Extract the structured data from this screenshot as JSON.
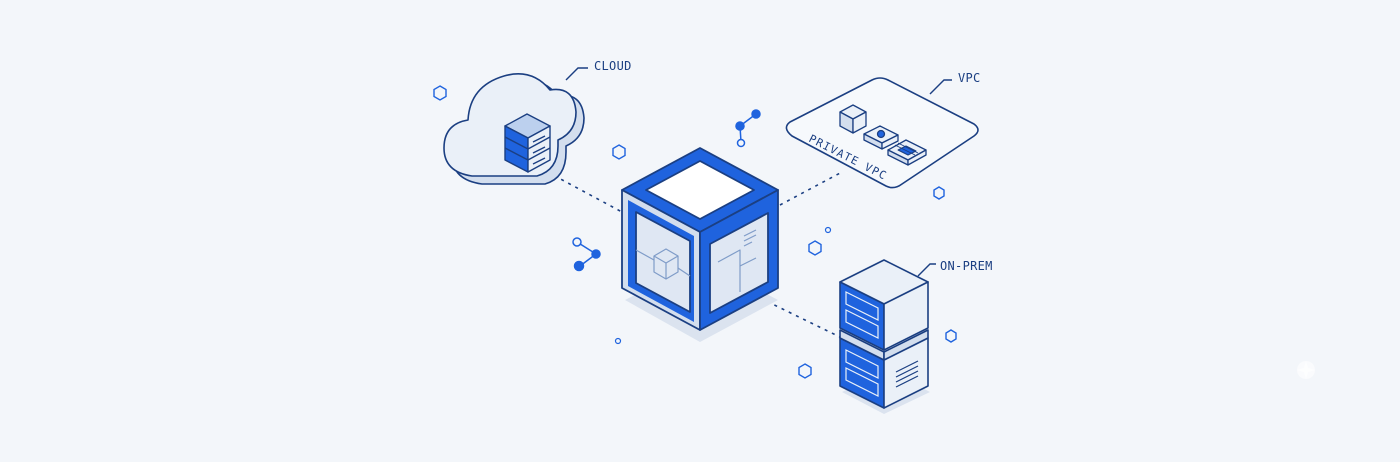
{
  "labels": {
    "cloud": "CLOUD",
    "vpc": "VPC",
    "private_vpc": "PRIVATE VPC",
    "on_prem": "ON-PREM"
  },
  "colors": {
    "background": "#f3f6fa",
    "outline": "#1b3f82",
    "accent": "#1f63de",
    "face_light": "#eaf0f8",
    "face_mid": "#d3deee",
    "shadow": "#dbe3ef"
  },
  "icons": [
    "cloud-icon",
    "server-icon",
    "cube-icon",
    "hexagon-icon",
    "node-link-icon",
    "cpu-chip-icon",
    "sparkle-icon"
  ]
}
